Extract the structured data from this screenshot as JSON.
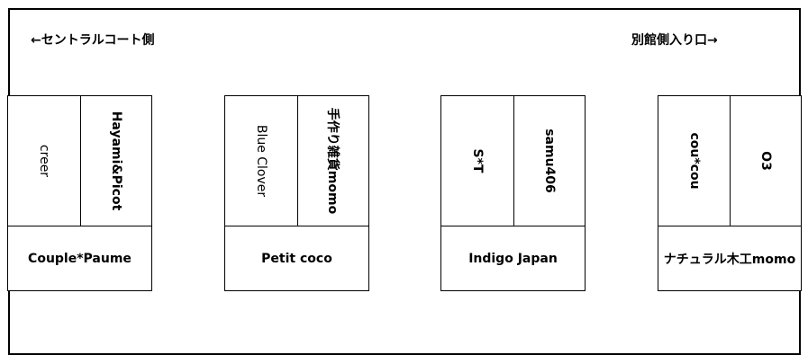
{
  "directions": {
    "left": "←セントラルコート側",
    "right": "別館側入り口→"
  },
  "booths": [
    {
      "top_left": "creer",
      "top_right": "Hayami&Picot",
      "bottom": "Couple*Paume"
    },
    {
      "top_left": "Blue Clover",
      "top_right": "手作り雑貨momo",
      "bottom": "Petit coco"
    },
    {
      "top_left": "S*T",
      "top_right": "samu406",
      "bottom": "Indigo Japan"
    },
    {
      "top_left": "cou*cou",
      "top_right": "O3",
      "bottom": "ナチュラル木工momo"
    }
  ]
}
